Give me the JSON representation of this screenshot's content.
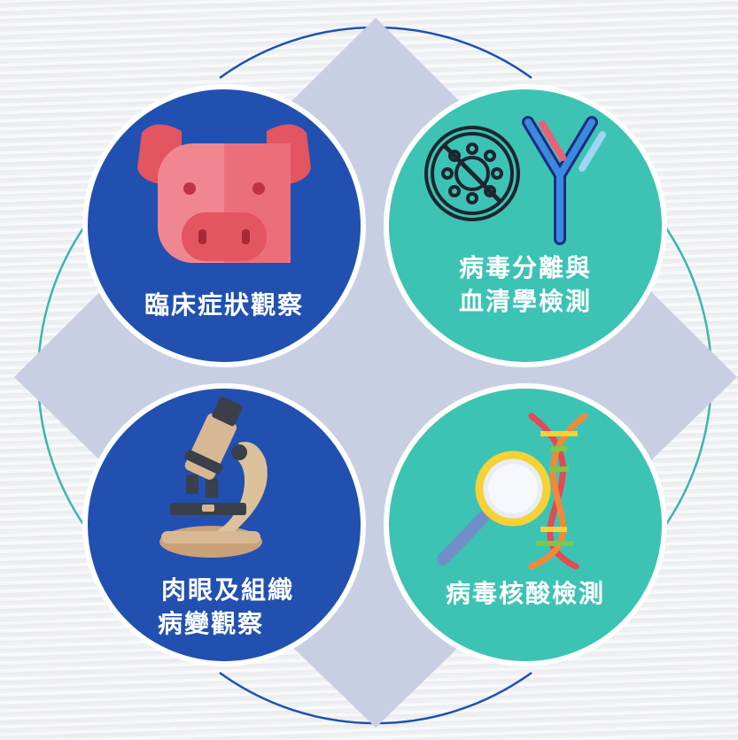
{
  "colors": {
    "navy": "#2150b0",
    "teal": "#3cc3b4",
    "diamond": "#c9cfe3",
    "ring_navy": "#2150b0",
    "ring_teal": "#3cb7aa",
    "text": "#ffffff"
  },
  "nodes": {
    "top_left": {
      "lines": [
        "臨床症狀觀察"
      ],
      "icon": "pig-icon"
    },
    "top_right": {
      "lines": [
        "病毒分離與",
        "血清學檢測"
      ],
      "icon": "virus-antibody-icon"
    },
    "bottom_left": {
      "lines": [
        "肉眼及組織",
        "病變觀察"
      ],
      "icon": "microscope-icon"
    },
    "bottom_right": {
      "lines": [
        "病毒核酸檢測"
      ],
      "icon": "dna-magnifier-icon"
    }
  }
}
